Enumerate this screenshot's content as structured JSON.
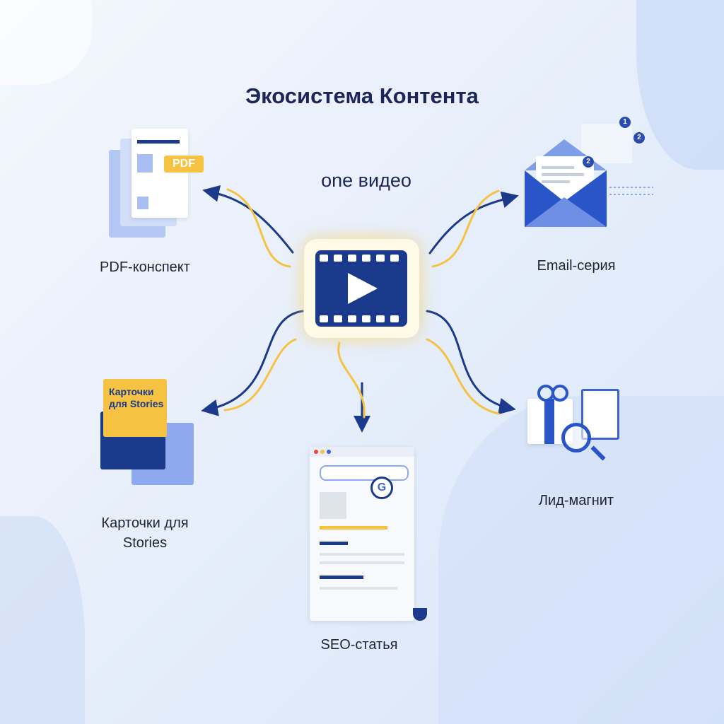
{
  "title": "Экосистема Контента",
  "center": {
    "label": "one видео",
    "icon": "video-play-icon"
  },
  "outputs": [
    {
      "label": "PDF-конспект",
      "badge": "PDF",
      "icon": "pdf-document-icon"
    },
    {
      "label": "Email-серия",
      "badges": [
        "1",
        "2",
        "2"
      ],
      "icon": "email-envelope-icon"
    },
    {
      "label": "Карточки для Stories",
      "label_line1": "Карточки для",
      "label_line2": "Stories",
      "card_text": "Карточки для Stories",
      "icon": "story-cards-icon"
    },
    {
      "label": "SEO-статья",
      "icon": "seo-article-icon"
    },
    {
      "label": "Лид-магнит",
      "icon": "lead-magnet-gift-icon"
    }
  ],
  "colors": {
    "navy": "#1b3a8c",
    "accent_yellow": "#f5c242",
    "blue": "#3b63d1",
    "light_blue": "#8fa9ee"
  }
}
